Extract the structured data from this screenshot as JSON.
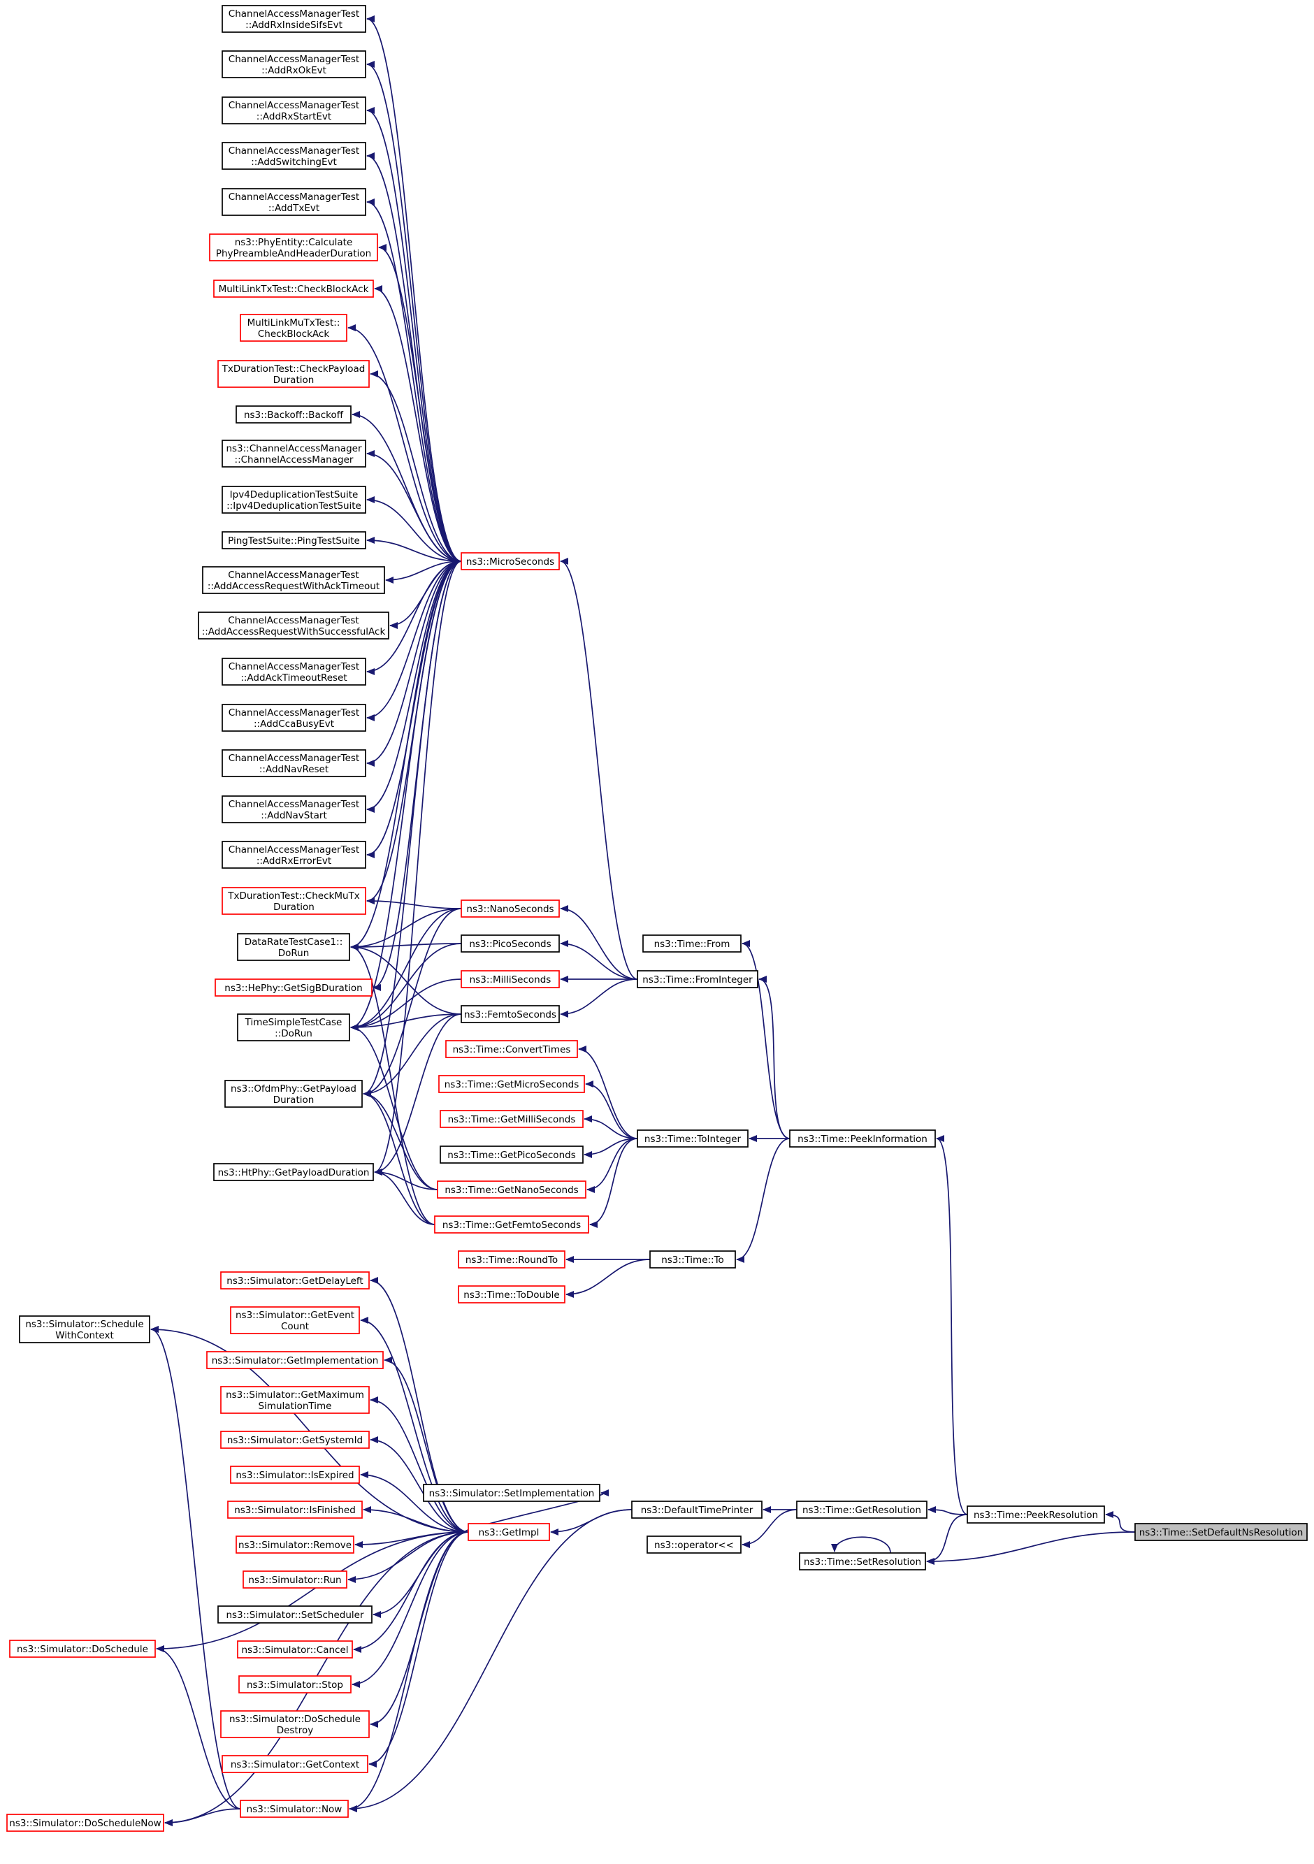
{
  "colors": {
    "edge": "#191970",
    "normal_border": "#000000",
    "truncated_border": "#ff0000",
    "current_fill": "#bfbfbf"
  },
  "nodes": [
    {
      "id": "n0",
      "lines": [
        "ChannelAccessManagerTest",
        "::AddRxInsideSifsEvt"
      ],
      "border": "normal"
    },
    {
      "id": "n1",
      "lines": [
        "ChannelAccessManagerTest",
        "::AddRxOkEvt"
      ],
      "border": "normal"
    },
    {
      "id": "n2",
      "lines": [
        "ChannelAccessManagerTest",
        "::AddRxStartEvt"
      ],
      "border": "normal"
    },
    {
      "id": "n3",
      "lines": [
        "ChannelAccessManagerTest",
        "::AddSwitchingEvt"
      ],
      "border": "normal"
    },
    {
      "id": "n4",
      "lines": [
        "ChannelAccessManagerTest",
        "::AddTxEvt"
      ],
      "border": "normal"
    },
    {
      "id": "n5",
      "lines": [
        "ns3::PhyEntity::Calculate",
        "PhyPreambleAndHeaderDuration"
      ],
      "border": "truncated"
    },
    {
      "id": "n6",
      "lines": [
        "MultiLinkTxTest::CheckBlockAck"
      ],
      "border": "truncated"
    },
    {
      "id": "n7",
      "lines": [
        "MultiLinkMuTxTest::",
        "CheckBlockAck"
      ],
      "border": "truncated"
    },
    {
      "id": "n8",
      "lines": [
        "TxDurationTest::CheckPayload",
        "Duration"
      ],
      "border": "truncated"
    },
    {
      "id": "n9",
      "lines": [
        "ns3::Backoff::Backoff"
      ],
      "border": "normal"
    },
    {
      "id": "n10",
      "lines": [
        "ns3::ChannelAccessManager",
        "::ChannelAccessManager"
      ],
      "border": "normal"
    },
    {
      "id": "n11",
      "lines": [
        "Ipv4DeduplicationTestSuite",
        "::Ipv4DeduplicationTestSuite"
      ],
      "border": "normal"
    },
    {
      "id": "n12",
      "lines": [
        "PingTestSuite::PingTestSuite"
      ],
      "border": "normal"
    },
    {
      "id": "n13",
      "lines": [
        "ChannelAccessManagerTest",
        "::AddAccessRequestWithAckTimeout"
      ],
      "border": "normal"
    },
    {
      "id": "n14",
      "lines": [
        "ChannelAccessManagerTest",
        "::AddAccessRequestWithSuccessfulAck"
      ],
      "border": "normal"
    },
    {
      "id": "n15",
      "lines": [
        "ChannelAccessManagerTest",
        "::AddAckTimeoutReset"
      ],
      "border": "normal"
    },
    {
      "id": "n16",
      "lines": [
        "ChannelAccessManagerTest",
        "::AddCcaBusyEvt"
      ],
      "border": "normal"
    },
    {
      "id": "n17",
      "lines": [
        "ChannelAccessManagerTest",
        "::AddNavReset"
      ],
      "border": "normal"
    },
    {
      "id": "n18",
      "lines": [
        "ChannelAccessManagerTest",
        "::AddNavStart"
      ],
      "border": "normal"
    },
    {
      "id": "n19",
      "lines": [
        "ChannelAccessManagerTest",
        "::AddRxErrorEvt"
      ],
      "border": "normal"
    },
    {
      "id": "n20",
      "lines": [
        "TxDurationTest::CheckMuTx",
        "Duration"
      ],
      "border": "truncated"
    },
    {
      "id": "n21",
      "lines": [
        "DataRateTestCase1::",
        "DoRun"
      ],
      "border": "normal"
    },
    {
      "id": "n22",
      "lines": [
        "ns3::HePhy::GetSigBDuration"
      ],
      "border": "truncated"
    },
    {
      "id": "n23",
      "lines": [
        "TimeSimpleTestCase",
        "::DoRun"
      ],
      "border": "normal"
    },
    {
      "id": "n24",
      "lines": [
        "ns3::OfdmPhy::GetPayload",
        "Duration"
      ],
      "border": "normal"
    },
    {
      "id": "n25",
      "lines": [
        "ns3::HtPhy::GetPayloadDuration"
      ],
      "border": "normal"
    },
    {
      "id": "n26",
      "lines": [
        "ns3::MicroSeconds"
      ],
      "border": "truncated"
    },
    {
      "id": "n27",
      "lines": [
        "ns3::NanoSeconds"
      ],
      "border": "truncated"
    },
    {
      "id": "n28",
      "lines": [
        "ns3::PicoSeconds"
      ],
      "border": "normal"
    },
    {
      "id": "n29",
      "lines": [
        "ns3::MilliSeconds"
      ],
      "border": "truncated"
    },
    {
      "id": "n30",
      "lines": [
        "ns3::FemtoSeconds"
      ],
      "border": "normal"
    },
    {
      "id": "n31",
      "lines": [
        "ns3::Time::From"
      ],
      "border": "normal"
    },
    {
      "id": "n32",
      "lines": [
        "ns3::Time::FromInteger"
      ],
      "border": "normal"
    },
    {
      "id": "n33",
      "lines": [
        "ns3::Time::ConvertTimes"
      ],
      "border": "truncated"
    },
    {
      "id": "n34",
      "lines": [
        "ns3::Time::GetMicroSeconds"
      ],
      "border": "truncated"
    },
    {
      "id": "n35",
      "lines": [
        "ns3::Time::GetMilliSeconds"
      ],
      "border": "truncated"
    },
    {
      "id": "n36",
      "lines": [
        "ns3::Time::GetPicoSeconds"
      ],
      "border": "normal"
    },
    {
      "id": "n37",
      "lines": [
        "ns3::Time::GetNanoSeconds"
      ],
      "border": "truncated"
    },
    {
      "id": "n38",
      "lines": [
        "ns3::Time::GetFemtoSeconds"
      ],
      "border": "truncated"
    },
    {
      "id": "n39",
      "lines": [
        "ns3::Time::ToInteger"
      ],
      "border": "normal"
    },
    {
      "id": "n40",
      "lines": [
        "ns3::Time::PeekInformation"
      ],
      "border": "normal"
    },
    {
      "id": "n41",
      "lines": [
        "ns3::Time::RoundTo"
      ],
      "border": "truncated"
    },
    {
      "id": "n42",
      "lines": [
        "ns3::Time::ToDouble"
      ],
      "border": "truncated"
    },
    {
      "id": "n43",
      "lines": [
        "ns3::Time::To"
      ],
      "border": "normal"
    },
    {
      "id": "n44",
      "lines": [
        "ns3::Simulator::Schedule",
        "WithContext"
      ],
      "border": "normal"
    },
    {
      "id": "n45",
      "lines": [
        "ns3::Simulator::GetDelayLeft"
      ],
      "border": "truncated"
    },
    {
      "id": "n46",
      "lines": [
        "ns3::Simulator::GetEvent",
        "Count"
      ],
      "border": "truncated"
    },
    {
      "id": "n47",
      "lines": [
        "ns3::Simulator::GetImplementation"
      ],
      "border": "truncated"
    },
    {
      "id": "n48",
      "lines": [
        "ns3::Simulator::GetMaximum",
        "SimulationTime"
      ],
      "border": "truncated"
    },
    {
      "id": "n49",
      "lines": [
        "ns3::Simulator::GetSystemId"
      ],
      "border": "truncated"
    },
    {
      "id": "n50",
      "lines": [
        "ns3::Simulator::IsExpired"
      ],
      "border": "truncated"
    },
    {
      "id": "n51",
      "lines": [
        "ns3::Simulator::IsFinished"
      ],
      "border": "truncated"
    },
    {
      "id": "n52",
      "lines": [
        "ns3::Simulator::Remove"
      ],
      "border": "truncated"
    },
    {
      "id": "n53",
      "lines": [
        "ns3::Simulator::Run"
      ],
      "border": "truncated"
    },
    {
      "id": "n54",
      "lines": [
        "ns3::Simulator::SetScheduler"
      ],
      "border": "normal"
    },
    {
      "id": "n55",
      "lines": [
        "ns3::Simulator::Cancel"
      ],
      "border": "truncated"
    },
    {
      "id": "n56",
      "lines": [
        "ns3::Simulator::Stop"
      ],
      "border": "truncated"
    },
    {
      "id": "n57",
      "lines": [
        "ns3::Simulator::DoSchedule",
        "Destroy"
      ],
      "border": "truncated"
    },
    {
      "id": "n58",
      "lines": [
        "ns3::Simulator::GetContext"
      ],
      "border": "truncated"
    },
    {
      "id": "n59",
      "lines": [
        "ns3::Simulator::DoSchedule"
      ],
      "border": "truncated"
    },
    {
      "id": "n60",
      "lines": [
        "ns3::Simulator::Now"
      ],
      "border": "truncated"
    },
    {
      "id": "n61",
      "lines": [
        "ns3::Simulator::DoScheduleNow"
      ],
      "border": "truncated"
    },
    {
      "id": "n62",
      "lines": [
        "ns3::Simulator::SetImplementation"
      ],
      "border": "normal"
    },
    {
      "id": "n63",
      "lines": [
        "ns3::GetImpl"
      ],
      "border": "truncated"
    },
    {
      "id": "n64",
      "lines": [
        "ns3::DefaultTimePrinter"
      ],
      "border": "normal"
    },
    {
      "id": "n65",
      "lines": [
        "ns3::operator<<"
      ],
      "border": "normal"
    },
    {
      "id": "n66",
      "lines": [
        "ns3::Time::GetResolution"
      ],
      "border": "normal"
    },
    {
      "id": "n67",
      "lines": [
        "ns3::Time::SetResolution"
      ],
      "border": "normal"
    },
    {
      "id": "n68",
      "lines": [
        "ns3::Time::PeekResolution"
      ],
      "border": "normal"
    },
    {
      "id": "n69",
      "lines": [
        "ns3::Time::SetDefaultNsResolution"
      ],
      "border": "normal",
      "current": true
    }
  ],
  "edges": [
    [
      "n26",
      "n0"
    ],
    [
      "n26",
      "n1"
    ],
    [
      "n26",
      "n2"
    ],
    [
      "n26",
      "n3"
    ],
    [
      "n26",
      "n4"
    ],
    [
      "n26",
      "n5"
    ],
    [
      "n26",
      "n6"
    ],
    [
      "n26",
      "n7"
    ],
    [
      "n26",
      "n8"
    ],
    [
      "n26",
      "n9"
    ],
    [
      "n26",
      "n10"
    ],
    [
      "n26",
      "n11"
    ],
    [
      "n26",
      "n12"
    ],
    [
      "n26",
      "n13"
    ],
    [
      "n26",
      "n14"
    ],
    [
      "n26",
      "n15"
    ],
    [
      "n26",
      "n16"
    ],
    [
      "n26",
      "n17"
    ],
    [
      "n26",
      "n18"
    ],
    [
      "n26",
      "n19"
    ],
    [
      "n26",
      "n20"
    ],
    [
      "n26",
      "n21"
    ],
    [
      "n26",
      "n22"
    ],
    [
      "n26",
      "n23"
    ],
    [
      "n26",
      "n24"
    ],
    [
      "n26",
      "n25"
    ],
    [
      "n27",
      "n20"
    ],
    [
      "n27",
      "n21"
    ],
    [
      "n27",
      "n23"
    ],
    [
      "n27",
      "n24"
    ],
    [
      "n28",
      "n21"
    ],
    [
      "n28",
      "n23"
    ],
    [
      "n29",
      "n23"
    ],
    [
      "n30",
      "n21"
    ],
    [
      "n30",
      "n23"
    ],
    [
      "n30",
      "n24"
    ],
    [
      "n30",
      "n25"
    ],
    [
      "n32",
      "n26"
    ],
    [
      "n32",
      "n27"
    ],
    [
      "n32",
      "n28"
    ],
    [
      "n32",
      "n29"
    ],
    [
      "n32",
      "n30"
    ],
    [
      "n39",
      "n33"
    ],
    [
      "n39",
      "n34"
    ],
    [
      "n39",
      "n35"
    ],
    [
      "n39",
      "n36"
    ],
    [
      "n39",
      "n37"
    ],
    [
      "n39",
      "n38"
    ],
    [
      "n37",
      "n23"
    ],
    [
      "n37",
      "n24"
    ],
    [
      "n37",
      "n25"
    ],
    [
      "n38",
      "n21"
    ],
    [
      "n38",
      "n24"
    ],
    [
      "n38",
      "n25"
    ],
    [
      "n43",
      "n41"
    ],
    [
      "n43",
      "n42"
    ],
    [
      "n40",
      "n31"
    ],
    [
      "n40",
      "n32"
    ],
    [
      "n40",
      "n39"
    ],
    [
      "n40",
      "n43"
    ],
    [
      "n63",
      "n44"
    ],
    [
      "n63",
      "n45"
    ],
    [
      "n63",
      "n46"
    ],
    [
      "n63",
      "n47"
    ],
    [
      "n63",
      "n48"
    ],
    [
      "n63",
      "n49"
    ],
    [
      "n63",
      "n50"
    ],
    [
      "n63",
      "n51"
    ],
    [
      "n63",
      "n52"
    ],
    [
      "n63",
      "n53"
    ],
    [
      "n63",
      "n54"
    ],
    [
      "n63",
      "n55"
    ],
    [
      "n63",
      "n56"
    ],
    [
      "n63",
      "n57"
    ],
    [
      "n63",
      "n58"
    ],
    [
      "n63",
      "n59"
    ],
    [
      "n63",
      "n60"
    ],
    [
      "n63",
      "n61"
    ],
    [
      "n63",
      "n62"
    ],
    [
      "n60",
      "n44"
    ],
    [
      "n60",
      "n59"
    ],
    [
      "n60",
      "n61"
    ],
    [
      "n64",
      "n63"
    ],
    [
      "n64",
      "n60"
    ],
    [
      "n66",
      "n64"
    ],
    [
      "n66",
      "n65"
    ],
    [
      "n68",
      "n40"
    ],
    [
      "n68",
      "n66"
    ],
    [
      "n68",
      "n67"
    ],
    [
      "n67",
      "n67"
    ],
    [
      "n69",
      "n68"
    ],
    [
      "n69",
      "n67"
    ]
  ]
}
